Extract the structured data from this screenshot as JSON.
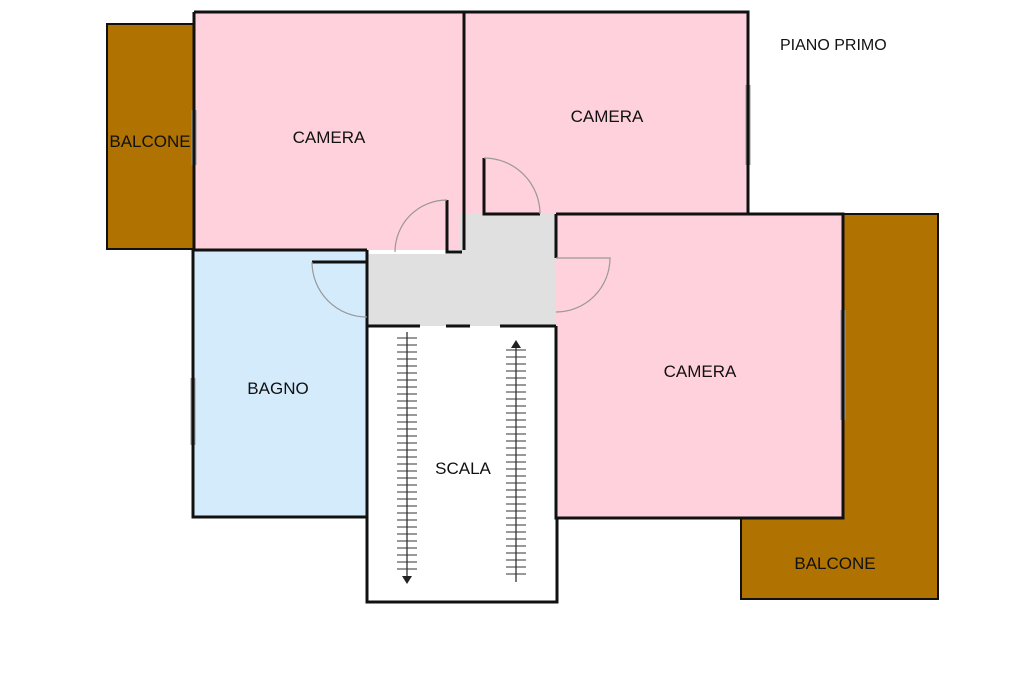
{
  "title": "PIANO PRIMO",
  "rooms": {
    "camera_top_left": "CAMERA",
    "camera_top_right": "CAMERA",
    "camera_right": "CAMERA",
    "bagno": "BAGNO",
    "scala": "SCALA",
    "balcone_left": "BALCONE",
    "balcone_right": "BALCONE"
  },
  "colors": {
    "camera": "#ffd1dc",
    "bagno": "#d4ebfc",
    "balcone": "#b07200",
    "corridor": "#e0e0e0",
    "scala": "#ffffff",
    "wall": "#111111"
  }
}
